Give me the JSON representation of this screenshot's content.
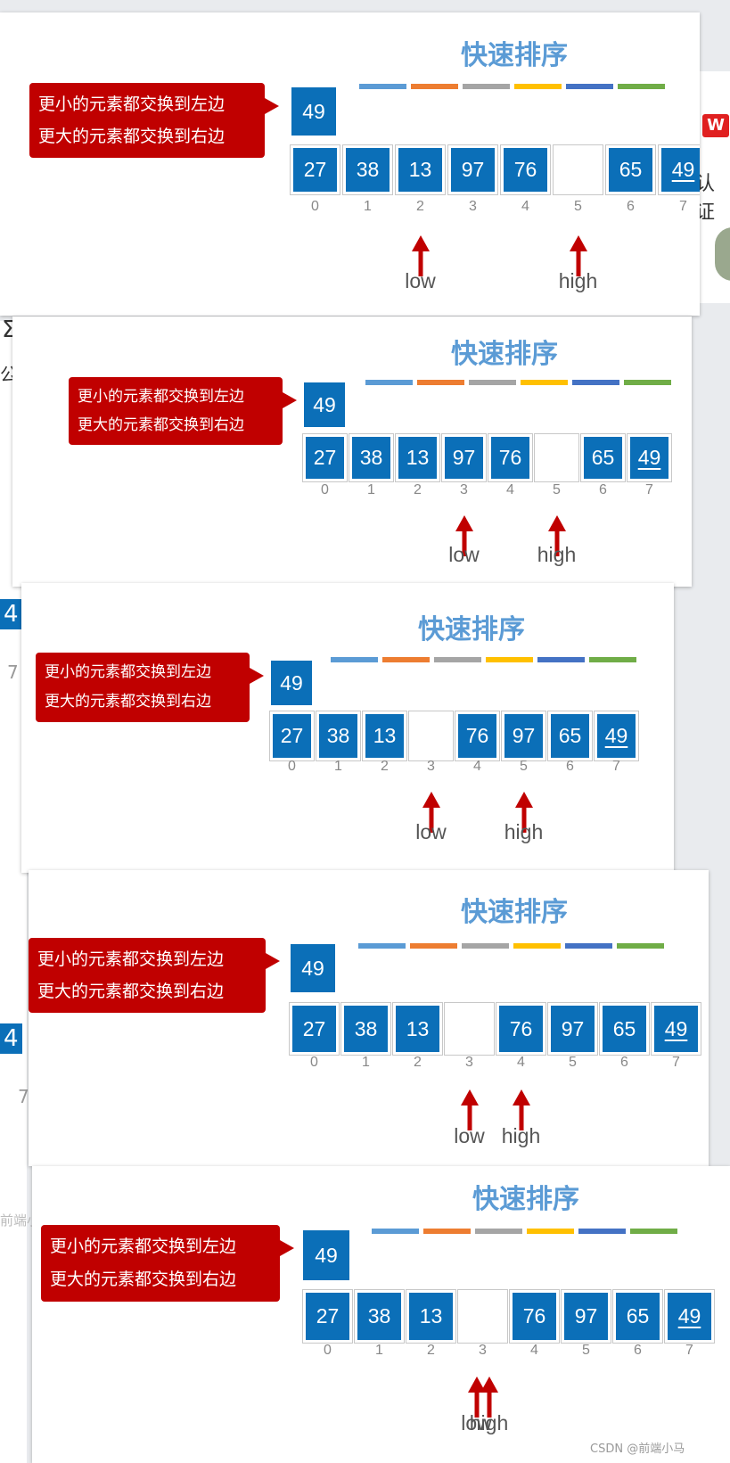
{
  "colors": {
    "title": "#5b9bd5",
    "callout_bg": "#c00000",
    "cell_fill": "#0b6fb8",
    "arrow": "#c00000",
    "stripes": [
      "#5b9bd5",
      "#ed7d31",
      "#a5a5a5",
      "#ffc000",
      "#4472c4",
      "#70ad47"
    ]
  },
  "background_fragments": [
    "W",
    "认证",
    "Σ",
    "公",
    "4",
    "7",
    "4",
    "7",
    "前端小"
  ],
  "watermark": "CSDN @前端小马",
  "frames": [
    {
      "title": "快速排序",
      "callout": [
        "更小的元素都交换到左边",
        "更大的元素都交换到右边"
      ],
      "pivot": "49",
      "cells": [
        "27",
        "38",
        "13",
        "97",
        "76",
        "",
        "65",
        "49"
      ],
      "indices": [
        "0",
        "1",
        "2",
        "3",
        "4",
        "5",
        "6",
        "7"
      ],
      "pointers": [
        {
          "label": "low",
          "index": 2
        },
        {
          "label": "high",
          "index": 5
        }
      ]
    },
    {
      "title": "快速排序",
      "callout": [
        "更小的元素都交换到左边",
        "更大的元素都交换到右边"
      ],
      "pivot": "49",
      "cells": [
        "27",
        "38",
        "13",
        "97",
        "76",
        "",
        "65",
        "49"
      ],
      "indices": [
        "0",
        "1",
        "2",
        "3",
        "4",
        "5",
        "6",
        "7"
      ],
      "pointers": [
        {
          "label": "low",
          "index": 3
        },
        {
          "label": "high",
          "index": 5
        }
      ]
    },
    {
      "title": "快速排序",
      "callout": [
        "更小的元素都交换到左边",
        "更大的元素都交换到右边"
      ],
      "pivot": "49",
      "cells": [
        "27",
        "38",
        "13",
        "",
        "76",
        "97",
        "65",
        "49"
      ],
      "indices": [
        "0",
        "1",
        "2",
        "3",
        "4",
        "5",
        "6",
        "7"
      ],
      "pointers": [
        {
          "label": "low",
          "index": 3
        },
        {
          "label": "high",
          "index": 5
        }
      ]
    },
    {
      "title": "快速排序",
      "callout": [
        "更小的元素都交换到左边",
        "更大的元素都交换到右边"
      ],
      "pivot": "49",
      "cells": [
        "27",
        "38",
        "13",
        "",
        "76",
        "97",
        "65",
        "49"
      ],
      "indices": [
        "0",
        "1",
        "2",
        "3",
        "4",
        "5",
        "6",
        "7"
      ],
      "pointers": [
        {
          "label": "low",
          "index": 3
        },
        {
          "label": "high",
          "index": 4
        }
      ]
    },
    {
      "title": "快速排序",
      "callout": [
        "更小的元素都交换到左边",
        "更大的元素都交换到右边"
      ],
      "pivot": "49",
      "cells": [
        "27",
        "38",
        "13",
        "",
        "76",
        "97",
        "65",
        "49"
      ],
      "indices": [
        "0",
        "1",
        "2",
        "3",
        "4",
        "5",
        "6",
        "7"
      ],
      "pointers": [
        {
          "label": "low",
          "index": 3
        },
        {
          "label": "high",
          "index": 3
        }
      ]
    }
  ]
}
